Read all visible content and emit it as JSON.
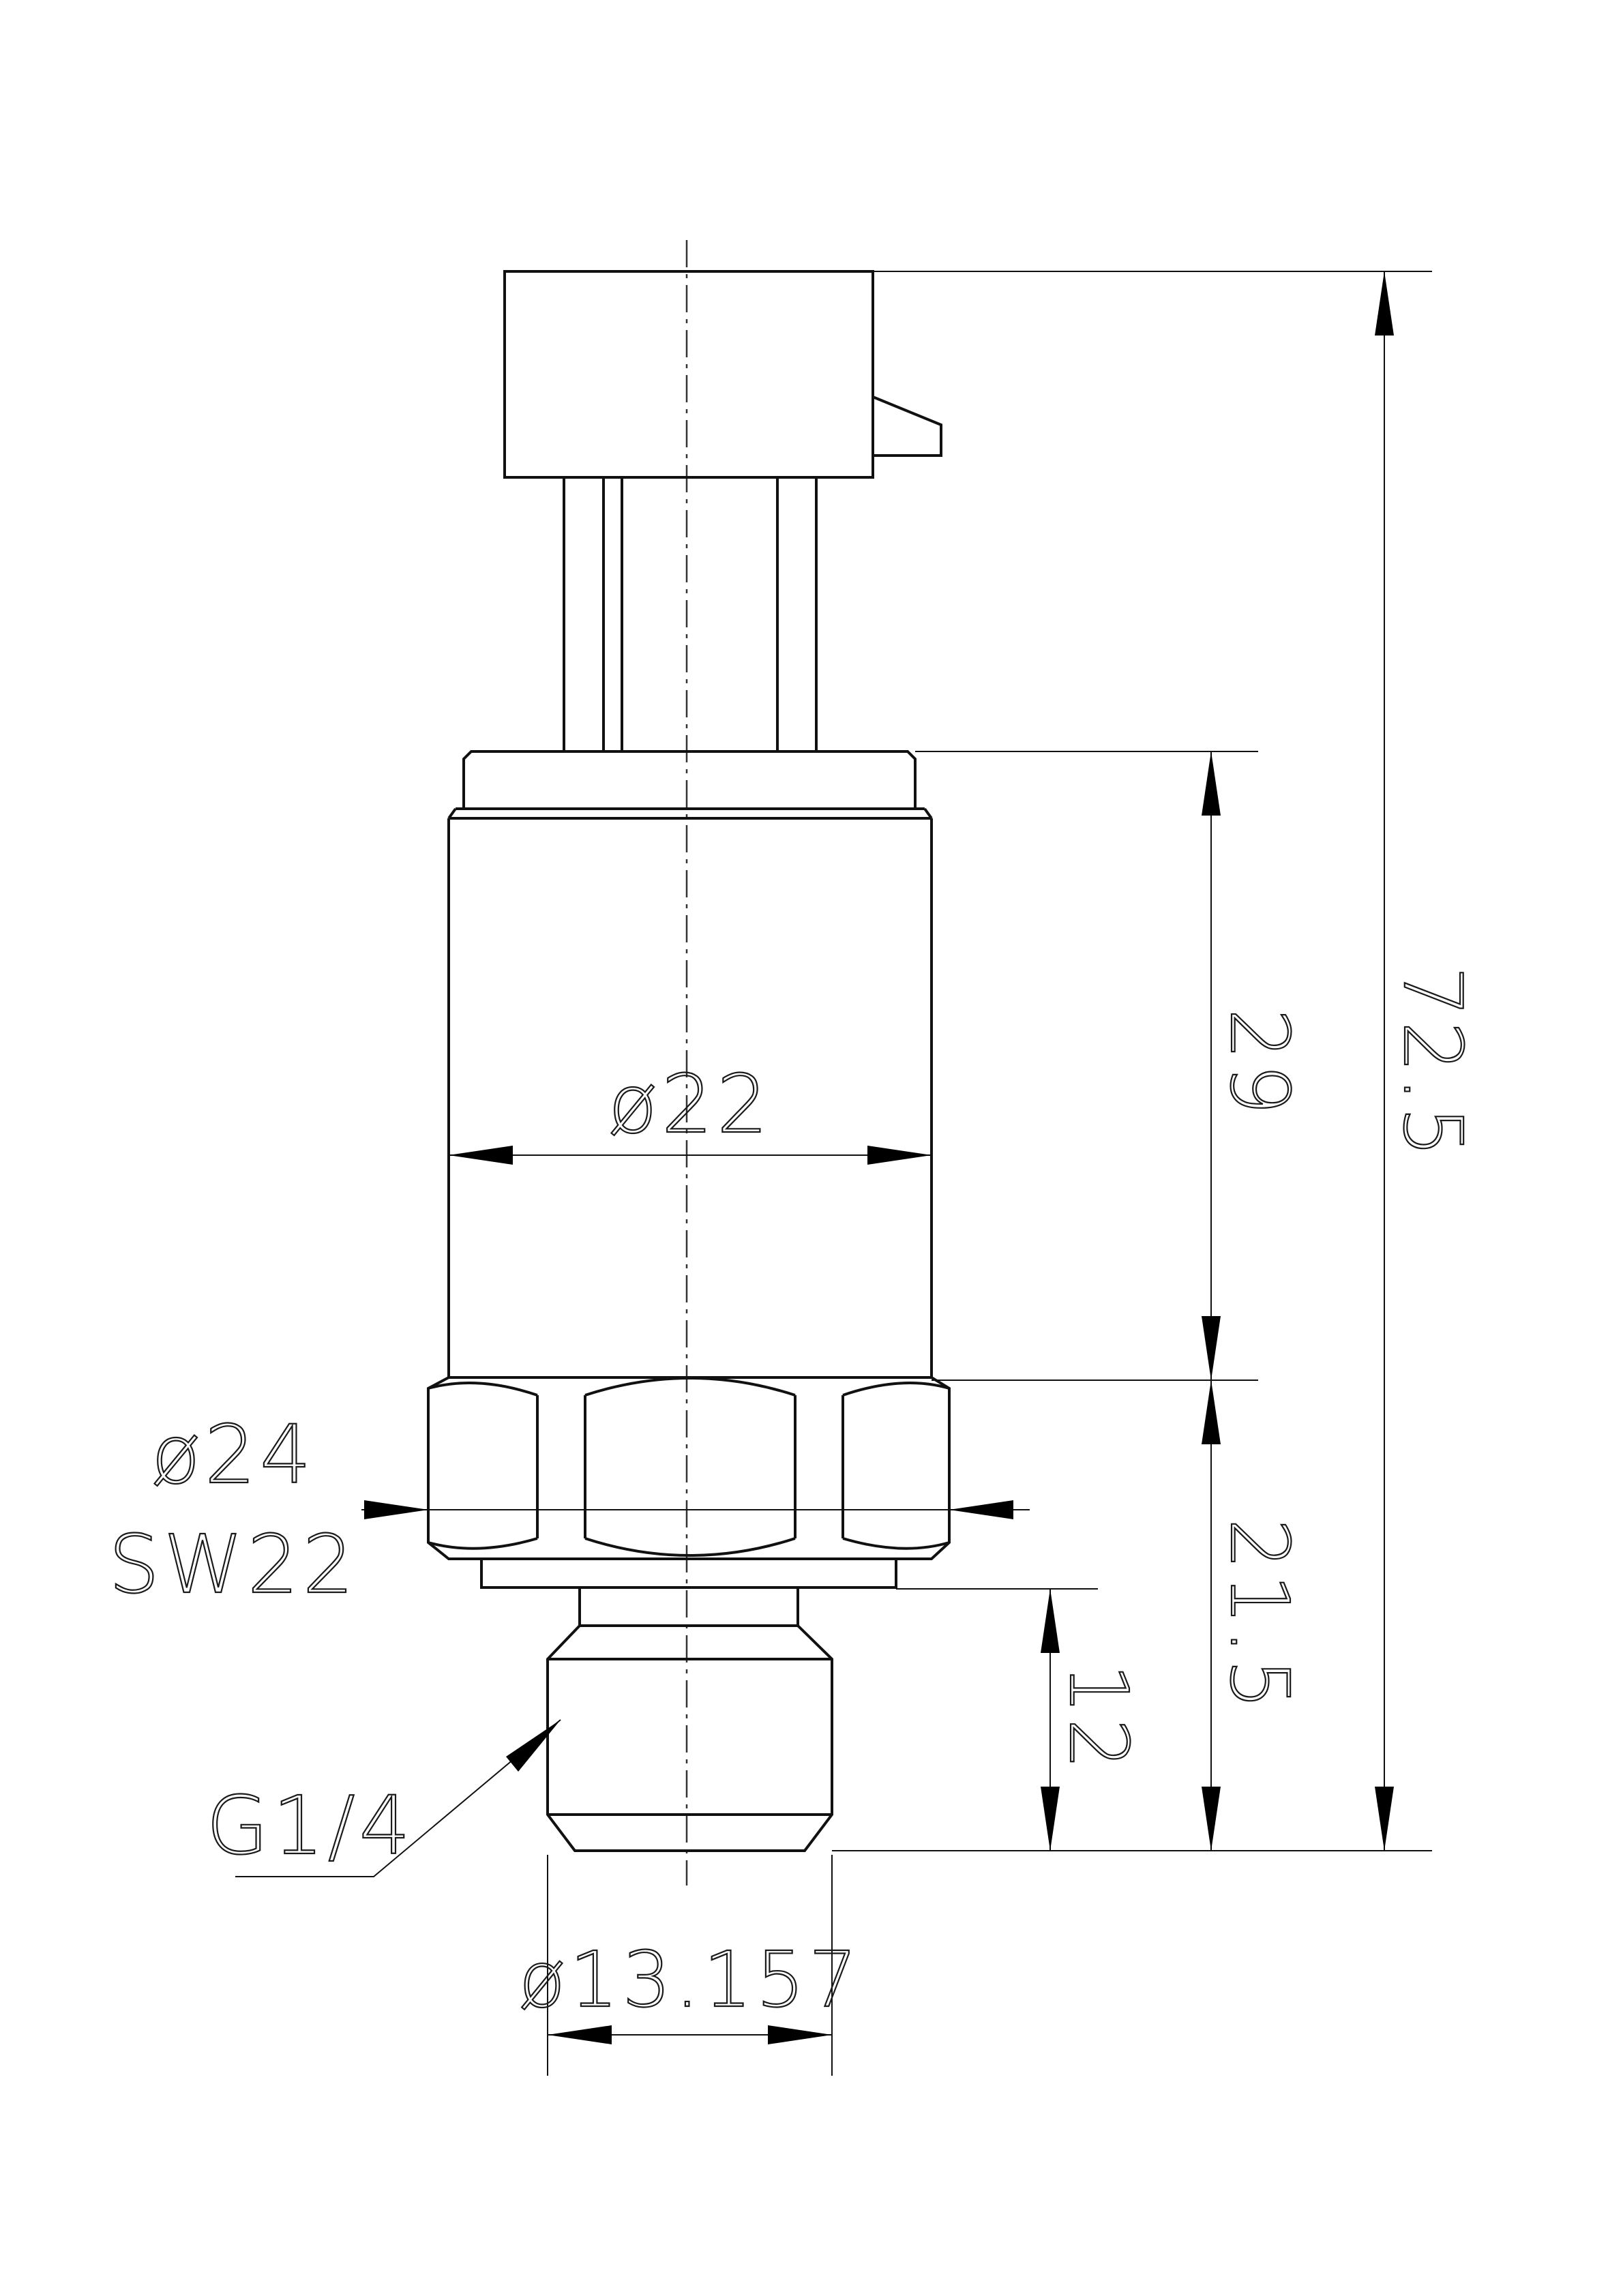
{
  "drawing": {
    "labels": {
      "overall_height": "72.5",
      "body_height": "29",
      "lower_height": "21.5",
      "thread_length": "12",
      "body_diameter": "ø22",
      "hex_diameter": "ø24",
      "hex_wrench": "SW22",
      "thread_spec": "G1/4",
      "thread_diameter": "ø13.157"
    }
  }
}
